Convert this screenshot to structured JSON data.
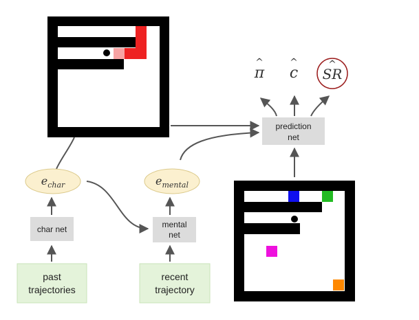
{
  "boxes": {
    "char_net": "char net",
    "mental_net_line1": "mental",
    "mental_net_line2": "net",
    "prediction_net_line1": "prediction",
    "prediction_net_line2": "net",
    "past_traj_line1": "past",
    "past_traj_line2": "trajectories",
    "recent_traj_line1": "recent",
    "recent_traj_line2": "trajectory"
  },
  "embeddings": {
    "char": {
      "base": "e",
      "sub": "char"
    },
    "mental": {
      "base": "e",
      "sub": "mental"
    }
  },
  "outputs": {
    "pi": {
      "symbol": "π",
      "hat": "^"
    },
    "c": {
      "symbol": "c",
      "hat": "^"
    },
    "sr": {
      "symbol": "SR",
      "hat": "^"
    }
  },
  "colors": {
    "net_box": "#dcdcdc",
    "trajectory_box": "#e4f3da",
    "trajectory_border": "#c9e3b8",
    "embedding_fill": "#fbf0cf",
    "embedding_border": "#dbc98a",
    "arrow": "#555555",
    "sr_circle": "#9b1c1c",
    "grid_frame": "#000000",
    "trail_red": "#ee2222",
    "trail_light": "#f7a3a3",
    "goal_blue": "#1010ee",
    "goal_green": "#22bb22",
    "goal_magenta": "#ee11dd",
    "goal_orange": "#ff8800"
  }
}
